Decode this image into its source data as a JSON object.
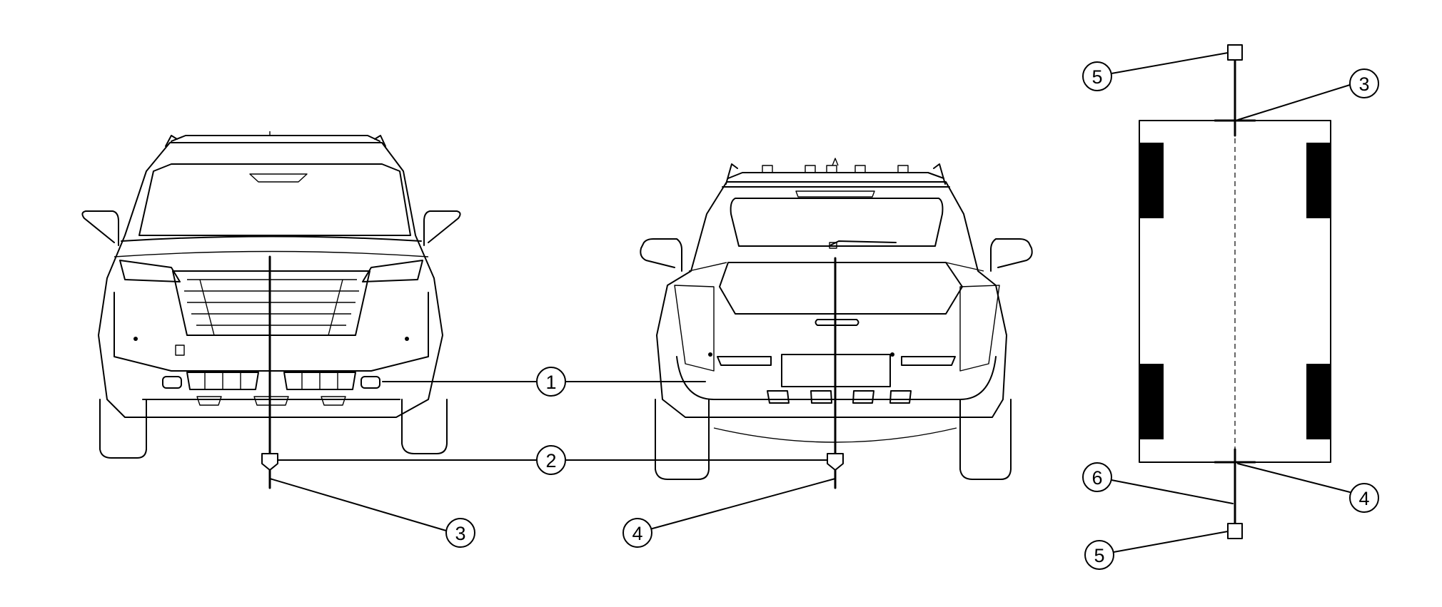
{
  "diagram": {
    "callouts": {
      "c1": "1",
      "c2": "2",
      "c3_front": "3",
      "c4_rear": "4",
      "c5_top": "5",
      "c3_top": "3",
      "c6": "6",
      "c4_top": "4",
      "c5_bottom": "5"
    }
  }
}
